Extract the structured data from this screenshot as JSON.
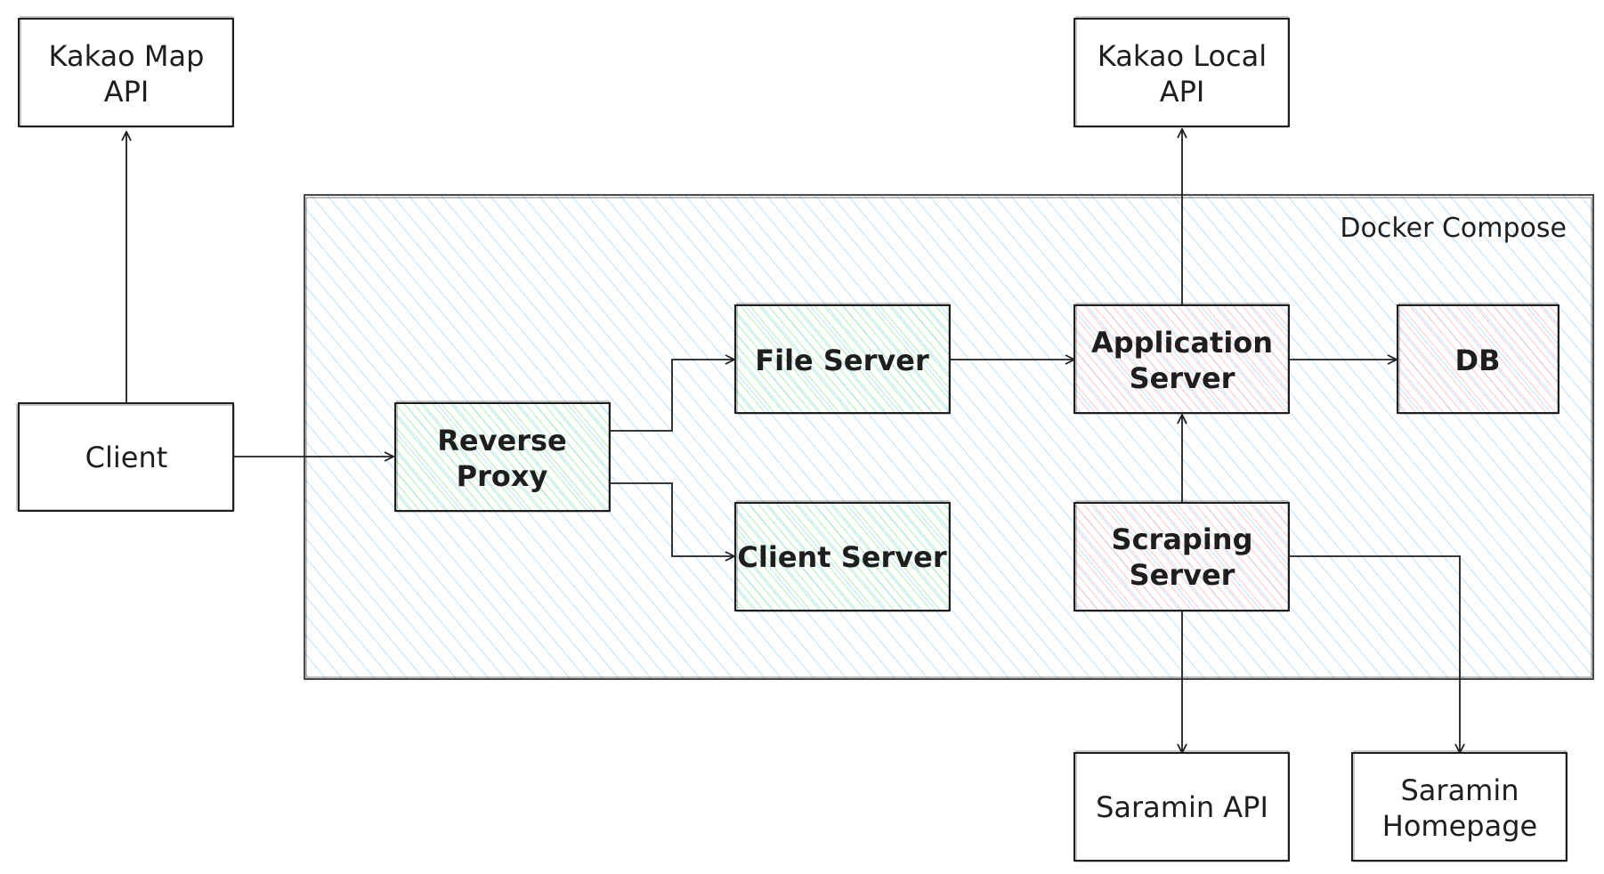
{
  "diagram": {
    "container": {
      "label": "Docker Compose",
      "color": "#a5d8ff"
    },
    "colors": {
      "green": "#b2f2bb",
      "red": "#ffc9c9",
      "stroke": "#1e1e1e"
    },
    "nodes": {
      "kakao_map_api": {
        "lines": [
          "Kakao Map",
          "API"
        ]
      },
      "kakao_local_api": {
        "lines": [
          "Kakao Local",
          "API"
        ]
      },
      "client": {
        "lines": [
          "Client"
        ]
      },
      "reverse_proxy": {
        "lines": [
          "Reverse",
          "Proxy"
        ]
      },
      "file_server": {
        "lines": [
          "File Server"
        ]
      },
      "client_server": {
        "lines": [
          "Client Server"
        ]
      },
      "application_server": {
        "lines": [
          "Application",
          "Server"
        ]
      },
      "db": {
        "lines": [
          "DB"
        ]
      },
      "scraping_server": {
        "lines": [
          "Scraping",
          "Server"
        ]
      },
      "saramin_api": {
        "lines": [
          "Saramin API"
        ]
      },
      "saramin_homepage": {
        "lines": [
          "Saramin",
          "Homepage"
        ]
      }
    },
    "edges": [
      {
        "from": "client",
        "to": "kakao_map_api"
      },
      {
        "from": "client",
        "to": "reverse_proxy"
      },
      {
        "from": "reverse_proxy",
        "to": "file_server"
      },
      {
        "from": "reverse_proxy",
        "to": "client_server"
      },
      {
        "from": "file_server",
        "to": "application_server"
      },
      {
        "from": "application_server",
        "to": "db"
      },
      {
        "from": "application_server",
        "to": "kakao_local_api"
      },
      {
        "from": "scraping_server",
        "to": "application_server"
      },
      {
        "from": "scraping_server",
        "to": "saramin_api"
      },
      {
        "from": "scraping_server",
        "to": "saramin_homepage"
      }
    ]
  }
}
